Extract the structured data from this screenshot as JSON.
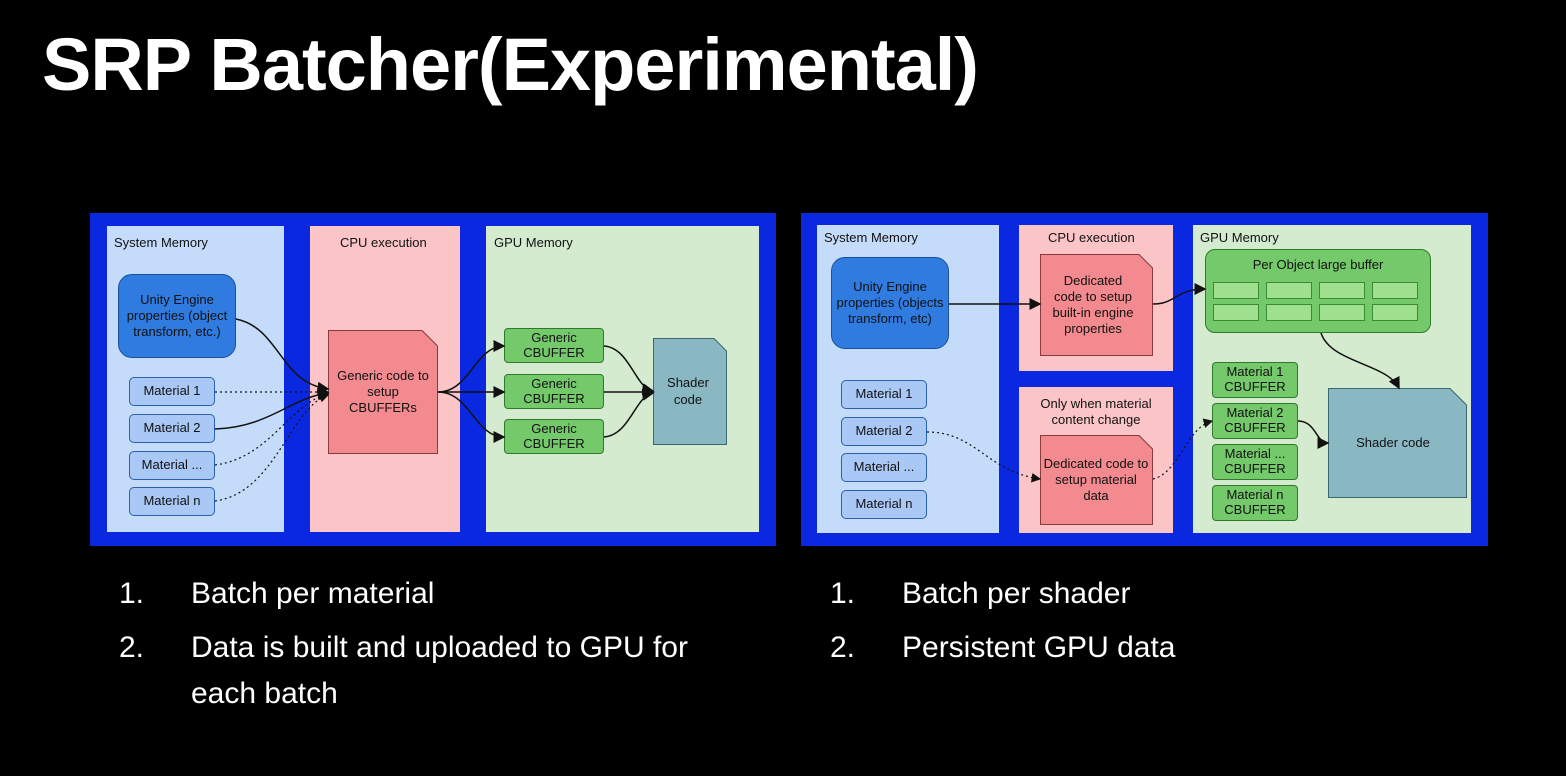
{
  "title": "SRP Batcher(Experimental)",
  "left_diagram": {
    "system_memory": "System Memory",
    "cpu_execution": "CPU execution",
    "gpu_memory": "GPU Memory",
    "unity_props": "Unity Engine properties (object transform, etc.)",
    "materials": [
      "Material 1",
      "Material 2",
      "Material ...",
      "Material n"
    ],
    "generic_code": "Generic code to setup CBUFFERs",
    "cbuffers": [
      "Generic CBUFFER",
      "Generic CBUFFER",
      "Generic CBUFFER"
    ],
    "shader": "Shader code"
  },
  "right_diagram": {
    "system_memory": "System Memory",
    "cpu_execution": "CPU execution",
    "gpu_memory": "GPU Memory",
    "unity_props": "Unity Engine properties (objects transform, etc)",
    "materials": [
      "Material 1",
      "Material 2",
      "Material ...",
      "Material n"
    ],
    "dedicated_engine": "Dedicated code to setup built-in engine properties",
    "only_when": "Only when material content change",
    "dedicated_material": "Dedicated code to setup material data",
    "per_object": "Per Object large buffer",
    "cbuffers": [
      "Material 1 CBUFFER",
      "Material 2 CBUFFER",
      "Material ... CBUFFER",
      "Material n CBUFFER"
    ],
    "shader": "Shader code"
  },
  "left_list": [
    {
      "num": "1.",
      "text": "Batch per material"
    },
    {
      "num": "2.",
      "text": "Data is built and uploaded to GPU for",
      "cont": "each batch"
    }
  ],
  "right_list": [
    {
      "num": "1.",
      "text": "Batch per shader"
    },
    {
      "num": "2.",
      "text": "Persistent GPU data"
    }
  ],
  "colors": {
    "frame": "#0a28e0",
    "system_memory": "#c4dcfa",
    "cpu_execution": "#fbc5c8",
    "gpu_memory": "#d4ebd0"
  }
}
